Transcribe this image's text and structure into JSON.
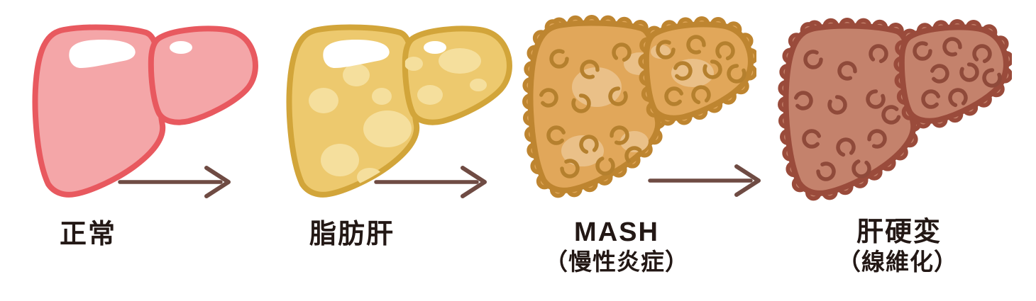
{
  "figure": {
    "background": "#FFFFFF",
    "text_color": "#231815",
    "arrow_color": "#6F4B43"
  },
  "stages": [
    {
      "name": "normal",
      "label": "正常",
      "colors": {
        "body": "#F4A6A8",
        "outline": "#E8595F",
        "highlight": "#FFFFFF"
      }
    },
    {
      "name": "fatty-liver",
      "label": "脂肪肝",
      "colors": {
        "body": "#EDC96E",
        "outline": "#D2A53A",
        "spot": "#F5DF9D",
        "highlight": "#FFFFFF"
      }
    },
    {
      "name": "mash-chronic-inflammation",
      "label": "MASH",
      "sublabel": "（慢性炎症）",
      "colors": {
        "body": "#E1A75A",
        "outline": "#BE8530",
        "spot": "#EAC088",
        "ring": "#B5802E"
      }
    },
    {
      "name": "cirrhosis-fibrosis",
      "label": "肝硬変",
      "sublabel": "（線維化）",
      "colors": {
        "body": "#C4826C",
        "outline": "#9A4B3B",
        "ring": "#8F4A3A"
      }
    }
  ]
}
